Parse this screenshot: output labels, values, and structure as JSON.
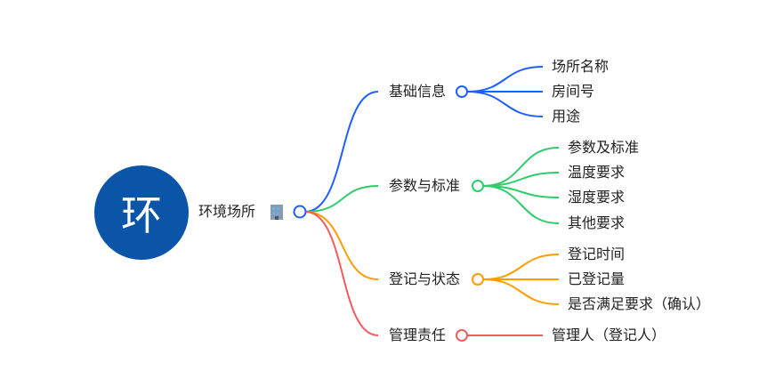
{
  "root": {
    "badge": "环",
    "label": "环境场所",
    "icon": "office-building-icon"
  },
  "colors": {
    "root": "#0b55a8",
    "blue": "#1f5eff",
    "green": "#2fcc6c",
    "orange": "#ff9d00",
    "red": "#f25c5c"
  },
  "branches": [
    {
      "label": "基础信息",
      "children": [
        "场所名称",
        "房间号",
        "用途"
      ]
    },
    {
      "label": "参数与标准",
      "children": [
        "参数及标准",
        "温度要求",
        "湿度要求",
        "其他要求"
      ]
    },
    {
      "label": "登记与状态",
      "children": [
        "登记时间",
        "已登记量",
        "是否满足要求（确认）"
      ]
    },
    {
      "label": "管理责任",
      "children": [
        "管理人（登记人）"
      ]
    }
  ]
}
